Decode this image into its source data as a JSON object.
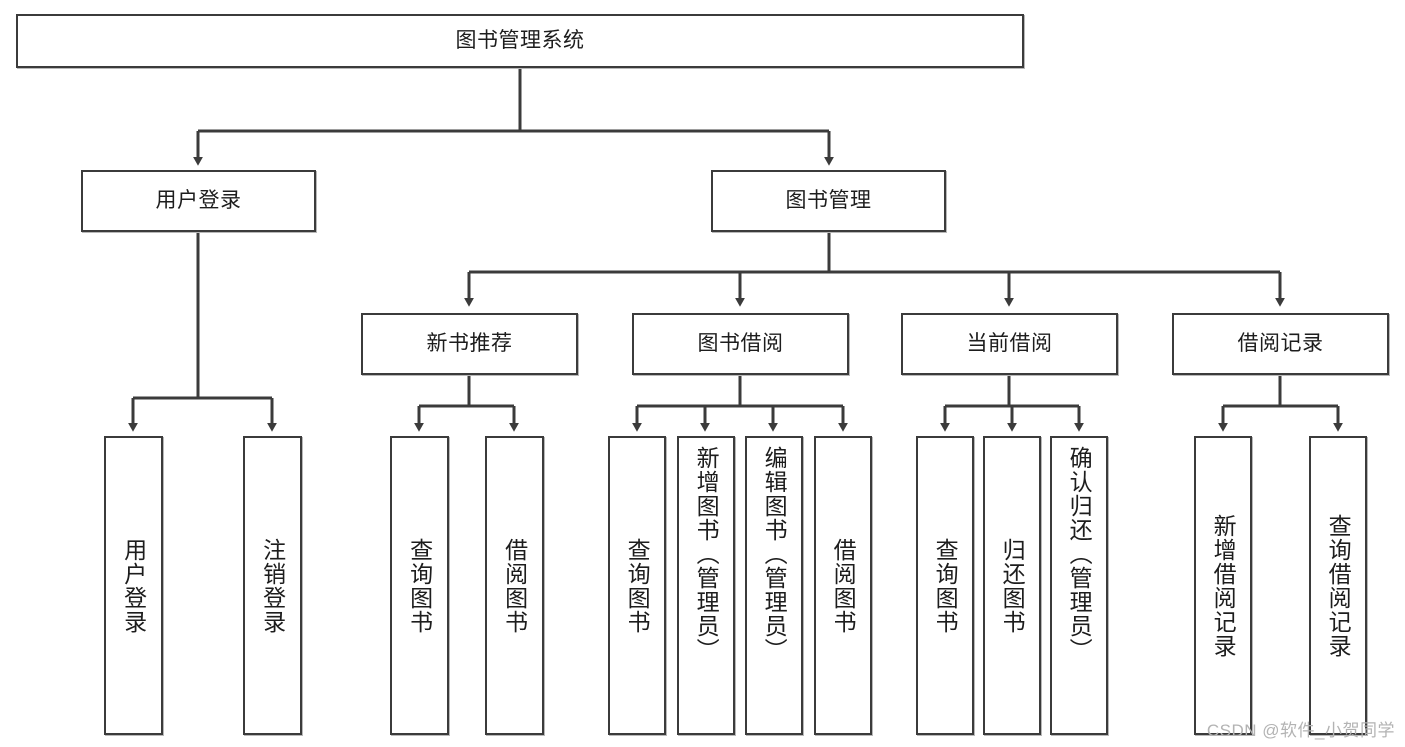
{
  "diagram": {
    "title": "图书管理系统",
    "type": "functional-structure-tree",
    "watermark": "CSDN @软件_小贺同学",
    "colors": {
      "box_border": "#3b3b3b",
      "box_fill": "#ffffff",
      "edge": "#3b3b3b",
      "text": "#1d1d1d",
      "watermark": "#b3b3b3"
    },
    "root": {
      "label": "图书管理系统",
      "orientation": "horizontal"
    },
    "level2": [
      {
        "label": "用户登录",
        "orientation": "horizontal"
      },
      {
        "label": "图书管理",
        "orientation": "horizontal"
      }
    ],
    "level3": [
      {
        "label": "新书推荐",
        "orientation": "horizontal",
        "parent": "图书管理"
      },
      {
        "label": "图书借阅",
        "orientation": "horizontal",
        "parent": "图书管理"
      },
      {
        "label": "当前借阅",
        "orientation": "horizontal",
        "parent": "图书管理"
      },
      {
        "label": "借阅记录",
        "orientation": "horizontal",
        "parent": "图书管理"
      }
    ],
    "leaves": {
      "user_login": [
        {
          "label": "用户登录",
          "orientation": "vertical"
        },
        {
          "label": "注销登录",
          "orientation": "vertical"
        }
      ],
      "new_book_recommend": [
        {
          "label": "查询图书",
          "orientation": "vertical"
        },
        {
          "label": "借阅图书",
          "orientation": "vertical"
        }
      ],
      "book_borrow": [
        {
          "label": "查询图书",
          "orientation": "vertical"
        },
        {
          "label": "新增图书（管理员）",
          "orientation": "vertical"
        },
        {
          "label": "编辑图书（管理员）",
          "orientation": "vertical"
        },
        {
          "label": "借阅图书",
          "orientation": "vertical"
        }
      ],
      "current_borrow": [
        {
          "label": "查询图书",
          "orientation": "vertical"
        },
        {
          "label": "归还图书",
          "orientation": "vertical"
        },
        {
          "label": "确认归还（管理员）",
          "orientation": "vertical"
        }
      ],
      "borrow_record": [
        {
          "label": "新增借阅记录",
          "orientation": "vertical"
        },
        {
          "label": "查询借阅记录",
          "orientation": "vertical"
        }
      ]
    }
  }
}
